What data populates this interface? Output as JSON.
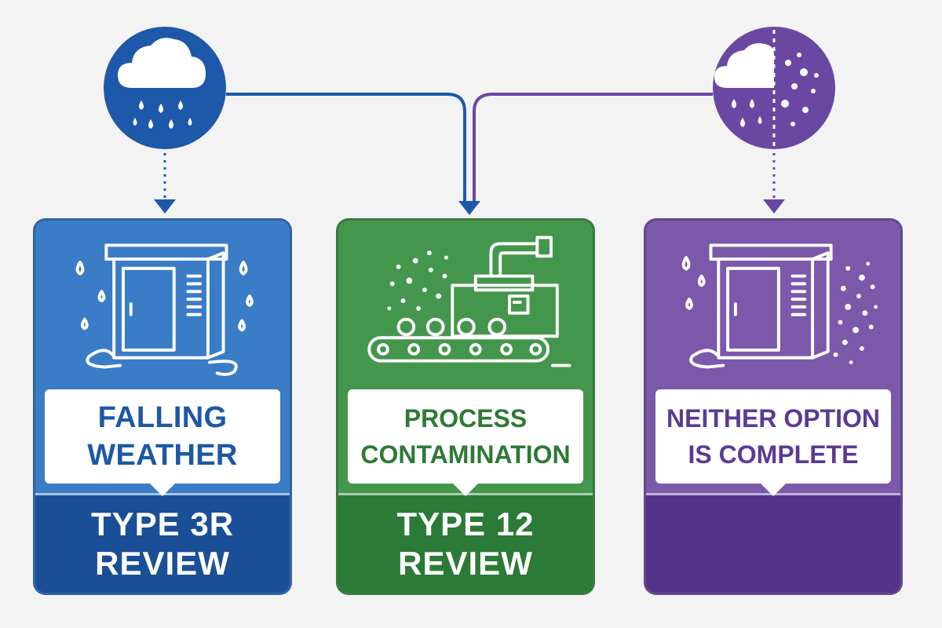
{
  "colors": {
    "blue": "#1d58a5",
    "green": "#2d7a35",
    "purple": "#5b3a95",
    "background": "#f3f3f4"
  },
  "top_icons": [
    {
      "name": "rain-cloud-icon",
      "color": "#1d59a8"
    },
    {
      "name": "rain-and-particles-icon",
      "color": "#6a47a3"
    }
  ],
  "cards": [
    {
      "label": "FALLING\nWEATHER",
      "footer": "TYPE 3R\nREVIEW",
      "illustration": "enclosure-with-rain-icon"
    },
    {
      "label": "PROCESS\nCONTAMINATION",
      "footer": "TYPE 12\nREVIEW",
      "illustration": "conveyor-machine-with-dust-icon"
    },
    {
      "label": "NEITHER OPTION\nIS COMPLETE",
      "footer": "",
      "illustration": "enclosure-with-rain-and-dust-icon"
    }
  ]
}
